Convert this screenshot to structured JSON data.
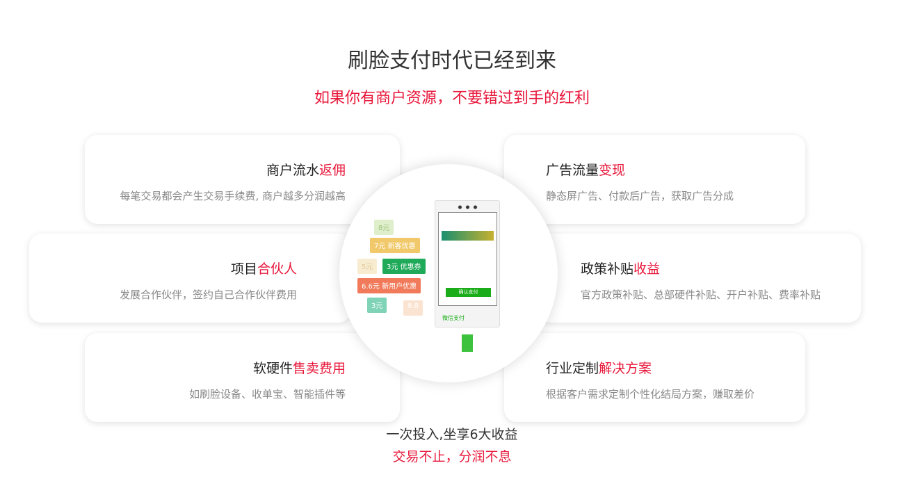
{
  "header": {
    "title": "刷脸支付时代已经到来",
    "subtitle": "如果你有商户资源，不要错过到手的红利"
  },
  "cards": [
    {
      "title": "商户流水",
      "highlight": "返佣",
      "desc": "每笔交易都会产生交易手续费, 商户越多分润越高"
    },
    {
      "title": "项目",
      "highlight": "合伙人",
      "desc": "发展合作伙伴，签约自己合作伙伴费用"
    },
    {
      "title": "软硬件",
      "highlight": "售卖费用",
      "desc": "如刷脸设备、收单宝、智能插件等"
    },
    {
      "title": "广告流量",
      "highlight": "变现",
      "desc": "静态屏广告、付款后广告，获取广告分成"
    },
    {
      "title": "政策补贴",
      "highlight": "收益",
      "desc": "官方政策补贴、总部硬件补贴、开户补贴、费率补贴"
    },
    {
      "title": "行业定制",
      "highlight": "解决方案",
      "desc": "根据客户需求定制个性化结局方案，赚取差价"
    }
  ],
  "device": {
    "coupons": [
      "8元",
      "7元 新客优惠",
      "5元",
      "3元 优惠券",
      "6.6元 新用户优惠",
      "3元",
      "9.8"
    ],
    "pay_button": "确认支付",
    "brand": "微信支付"
  },
  "footer": {
    "line1": "一次投入,坐享6大收益",
    "line2": "交易不止，分润不息"
  },
  "colors": {
    "accent": "#e8173a",
    "wechat_green": "#1aad19"
  }
}
